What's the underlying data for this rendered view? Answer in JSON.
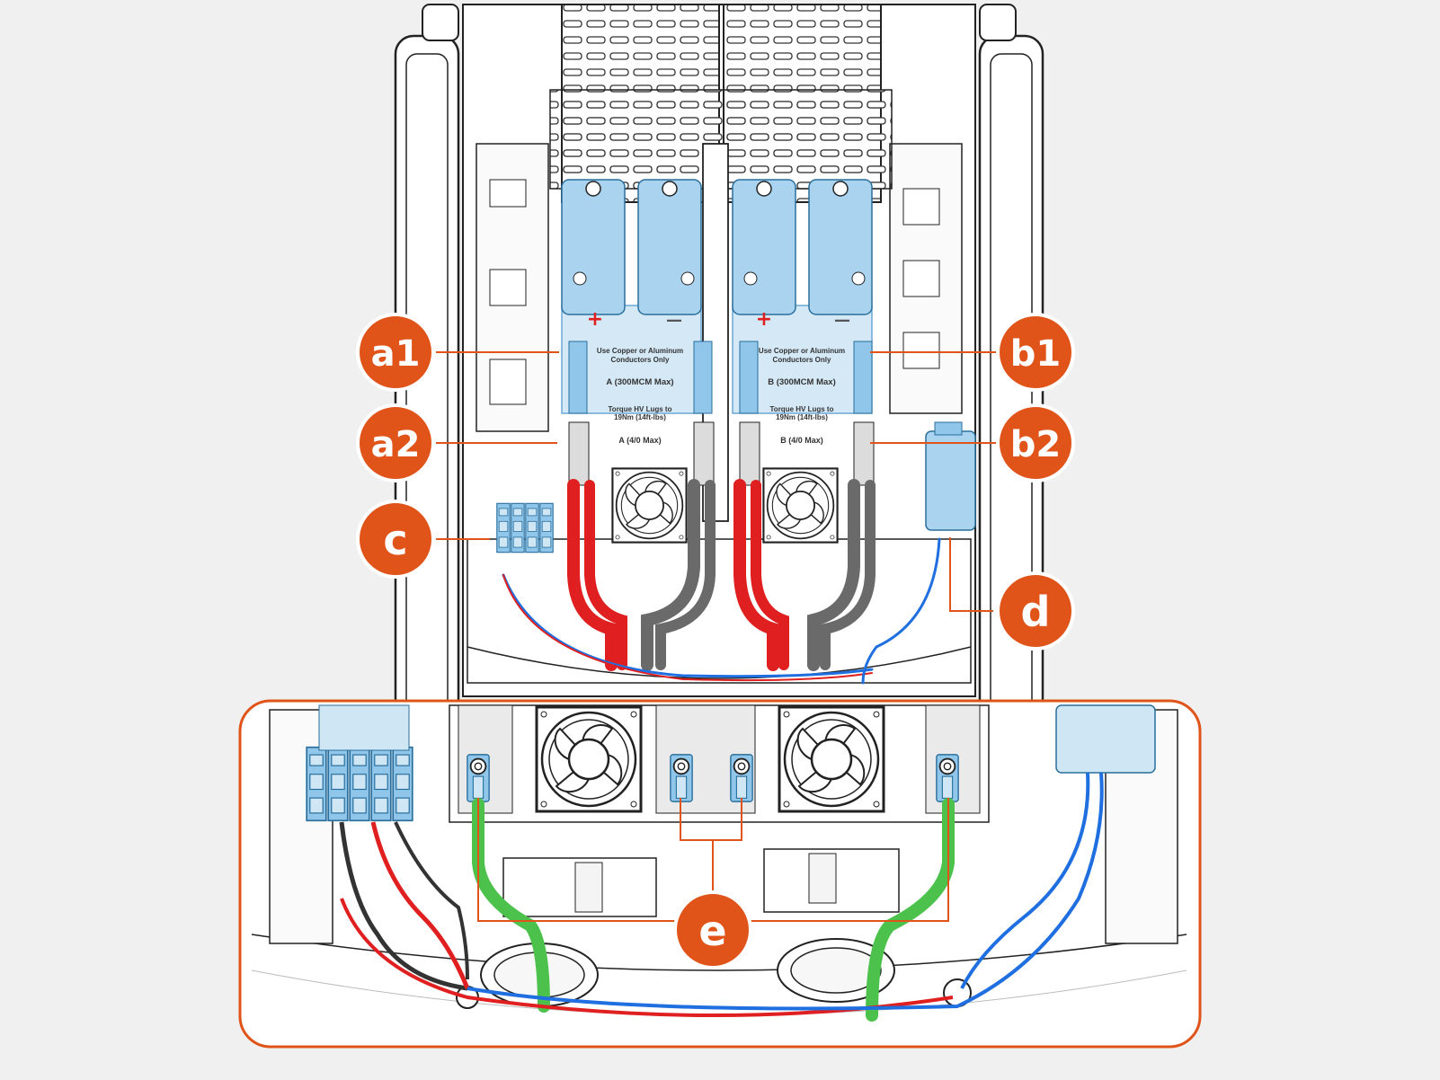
{
  "callouts": {
    "a1": "a1",
    "a2": "a2",
    "b1": "b1",
    "b2": "b2",
    "c": "c",
    "d": "d",
    "e": "e"
  },
  "panel_a": {
    "plus": "+",
    "minus": "—",
    "conductor_note_1": "Use Copper or Aluminum",
    "conductor_note_2": "Conductors Only",
    "upper_rating": "A (300MCM Max)",
    "torque_1": "Torque HV Lugs to",
    "torque_2": "19Nm (14ft-lbs)",
    "lower_rating": "A (4/0 Max)"
  },
  "panel_b": {
    "plus": "+",
    "minus": "—",
    "conductor_note_1": "Use Copper or Aluminum",
    "conductor_note_2": "Conductors Only",
    "upper_rating": "B (300MCM Max)",
    "torque_1": "Torque HV Lugs to",
    "torque_2": "19Nm (14ft-lbs)",
    "lower_rating": "B (4/0 Max)"
  },
  "colors": {
    "accent": "#e0541a",
    "callout_fill": "#e0541a",
    "highlight_blue": "#8fc6ea",
    "cable_red": "#e02020",
    "cable_grey": "#6a6a6a",
    "cable_green": "#4cc24c",
    "wire_blue": "#1f6fe0",
    "background": "#f0f0f0"
  },
  "icons": [
    "fan-icon",
    "terminal-block-icon",
    "ring-lug-icon",
    "grommet-icon"
  ]
}
